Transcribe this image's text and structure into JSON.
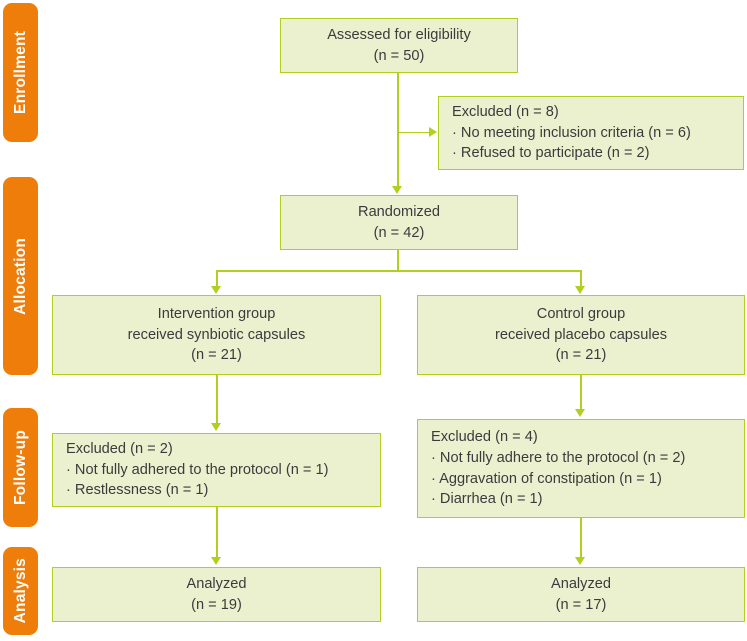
{
  "diagram": {
    "type": "consort-flow-diagram",
    "title": "",
    "colors": {
      "stage_background": "#ef7d0a",
      "stage_text": "#ffffff",
      "node_background": "#ebf1cf",
      "node_border": "#b4ce1f",
      "node_text": "#3b3b3d",
      "connector": "#b4ce1f",
      "page_background": "#ffffff"
    }
  },
  "stages": [
    {
      "id": "enrollment",
      "label": "Enrollment"
    },
    {
      "id": "allocation",
      "label": "Allocation"
    },
    {
      "id": "followup",
      "label": "Follow-up"
    },
    {
      "id": "analysis",
      "label": "Analysis"
    }
  ],
  "nodes": {
    "assessed": {
      "lines": [
        "Assessed for eligibility",
        "(n = 50)"
      ],
      "line1": "Assessed for eligibility",
      "line2": "(n = 50)"
    },
    "excluded_enrollment": {
      "line1": "Excluded (n = 8)",
      "line2": "· No meeting inclusion criteria (n = 6)",
      "line3": "· Refused to participate (n = 2)"
    },
    "randomized": {
      "line1": "Randomized",
      "line2": "(n = 42)"
    },
    "intervention_group": {
      "line1": "Intervention group",
      "line2": "received synbiotic capsules",
      "line3": "(n = 21)"
    },
    "control_group": {
      "line1": "Control group",
      "line2": "received placebo capsules",
      "line3": "(n = 21)"
    },
    "excluded_intervention": {
      "line1": "Excluded (n = 2)",
      "line2": "· Not fully adhered to the protocol (n = 1)",
      "line3": "· Restlessness (n = 1)"
    },
    "excluded_control": {
      "line1": "Excluded (n = 4)",
      "line2": "· Not fully adhere to the protocol (n = 2)",
      "line3": "· Aggravation of constipation (n = 1)",
      "line4": "· Diarrhea (n = 1)"
    },
    "analyzed_intervention": {
      "line1": "Analyzed",
      "line2": "(n = 19)"
    },
    "analyzed_control": {
      "line1": "Analyzed",
      "line2": "(n = 17)"
    }
  },
  "counts": {
    "assessed_for_eligibility": 50,
    "excluded_enrollment_total": 8,
    "excluded_no_meeting_inclusion_criteria": 6,
    "excluded_refused_to_participate": 2,
    "randomized": 42,
    "intervention_allocated": 21,
    "control_allocated": 21,
    "intervention_excluded_total": 2,
    "intervention_excluded_not_fully_adhered": 1,
    "intervention_excluded_restlessness": 1,
    "control_excluded_total": 4,
    "control_excluded_not_fully_adhere": 2,
    "control_excluded_aggravation_constipation": 1,
    "control_excluded_diarrhea": 1,
    "intervention_analyzed": 19,
    "control_analyzed": 17
  }
}
